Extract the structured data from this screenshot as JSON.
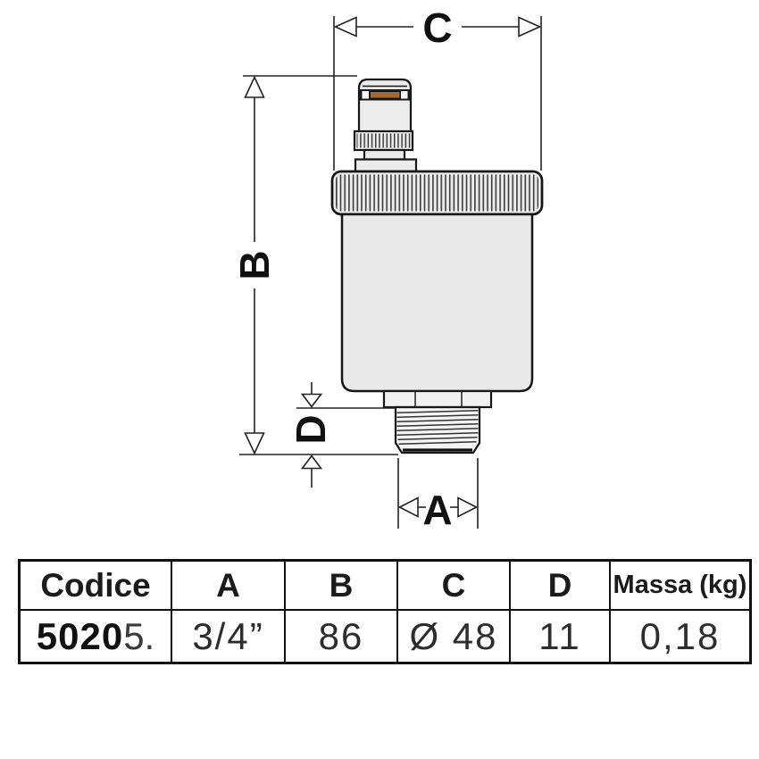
{
  "drawing": {
    "description": "Technical outline drawing of an automatic air vent valve with dimension callouts",
    "dimension_labels": {
      "a": "A",
      "b": "B",
      "c": "C",
      "d": "D"
    }
  },
  "table": {
    "headers": {
      "codice": "Codice",
      "a": "A",
      "b": "B",
      "c": "C",
      "d": "D",
      "massa": "Massa (kg)"
    },
    "row": {
      "codice_bold": "5020",
      "codice_suffix": "5.",
      "a": "3/4”",
      "b": "86",
      "c": "Ø 48",
      "d": "11",
      "massa": "0,18"
    }
  },
  "colors": {
    "outline": "#161616",
    "dimension_lines": "#222222",
    "part_fill": "#ececec",
    "body_fill": "#e9e9e9",
    "slot_bar_orange": "#a8692f",
    "background": "#ffffff"
  }
}
